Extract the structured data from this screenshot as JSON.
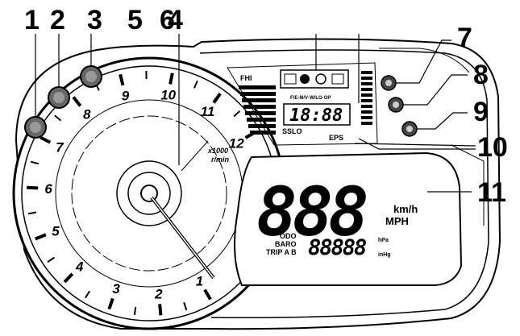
{
  "callouts": {
    "c1": "1",
    "c2": "2",
    "c3": "3",
    "c5": "5",
    "c6": "6",
    "c4": "4",
    "c7": "7",
    "c8": "8",
    "c9": "9",
    "c10": "10",
    "c11": "11"
  },
  "tachometer": {
    "numbers": [
      "1",
      "2",
      "3",
      "4",
      "5",
      "6",
      "7",
      "8",
      "9",
      "10",
      "11",
      "12"
    ],
    "unit_line1": "x1000",
    "unit_line2": "r/min"
  },
  "lcd": {
    "speed_digits": "888",
    "unit_kmh": "km/h",
    "unit_mph": "MPH",
    "mode_odo": "ODO",
    "mode_baro": "BARO",
    "mode_trip": "TRIP A B",
    "odometer_digits": "88888",
    "unit_hpa": "hPa",
    "unit_inhg": "inHg",
    "clock_digits": "18:88",
    "fhi_label": "FHI",
    "eps_label": "EPS",
    "sslo_label": "SSLO",
    "small_caption": "F/E·M/V·W/LO·OP"
  },
  "icons": [
    "indicator-light-1",
    "indicator-light-2",
    "indicator-light-3",
    "indicator-light-7",
    "indicator-light-8",
    "indicator-light-9"
  ]
}
